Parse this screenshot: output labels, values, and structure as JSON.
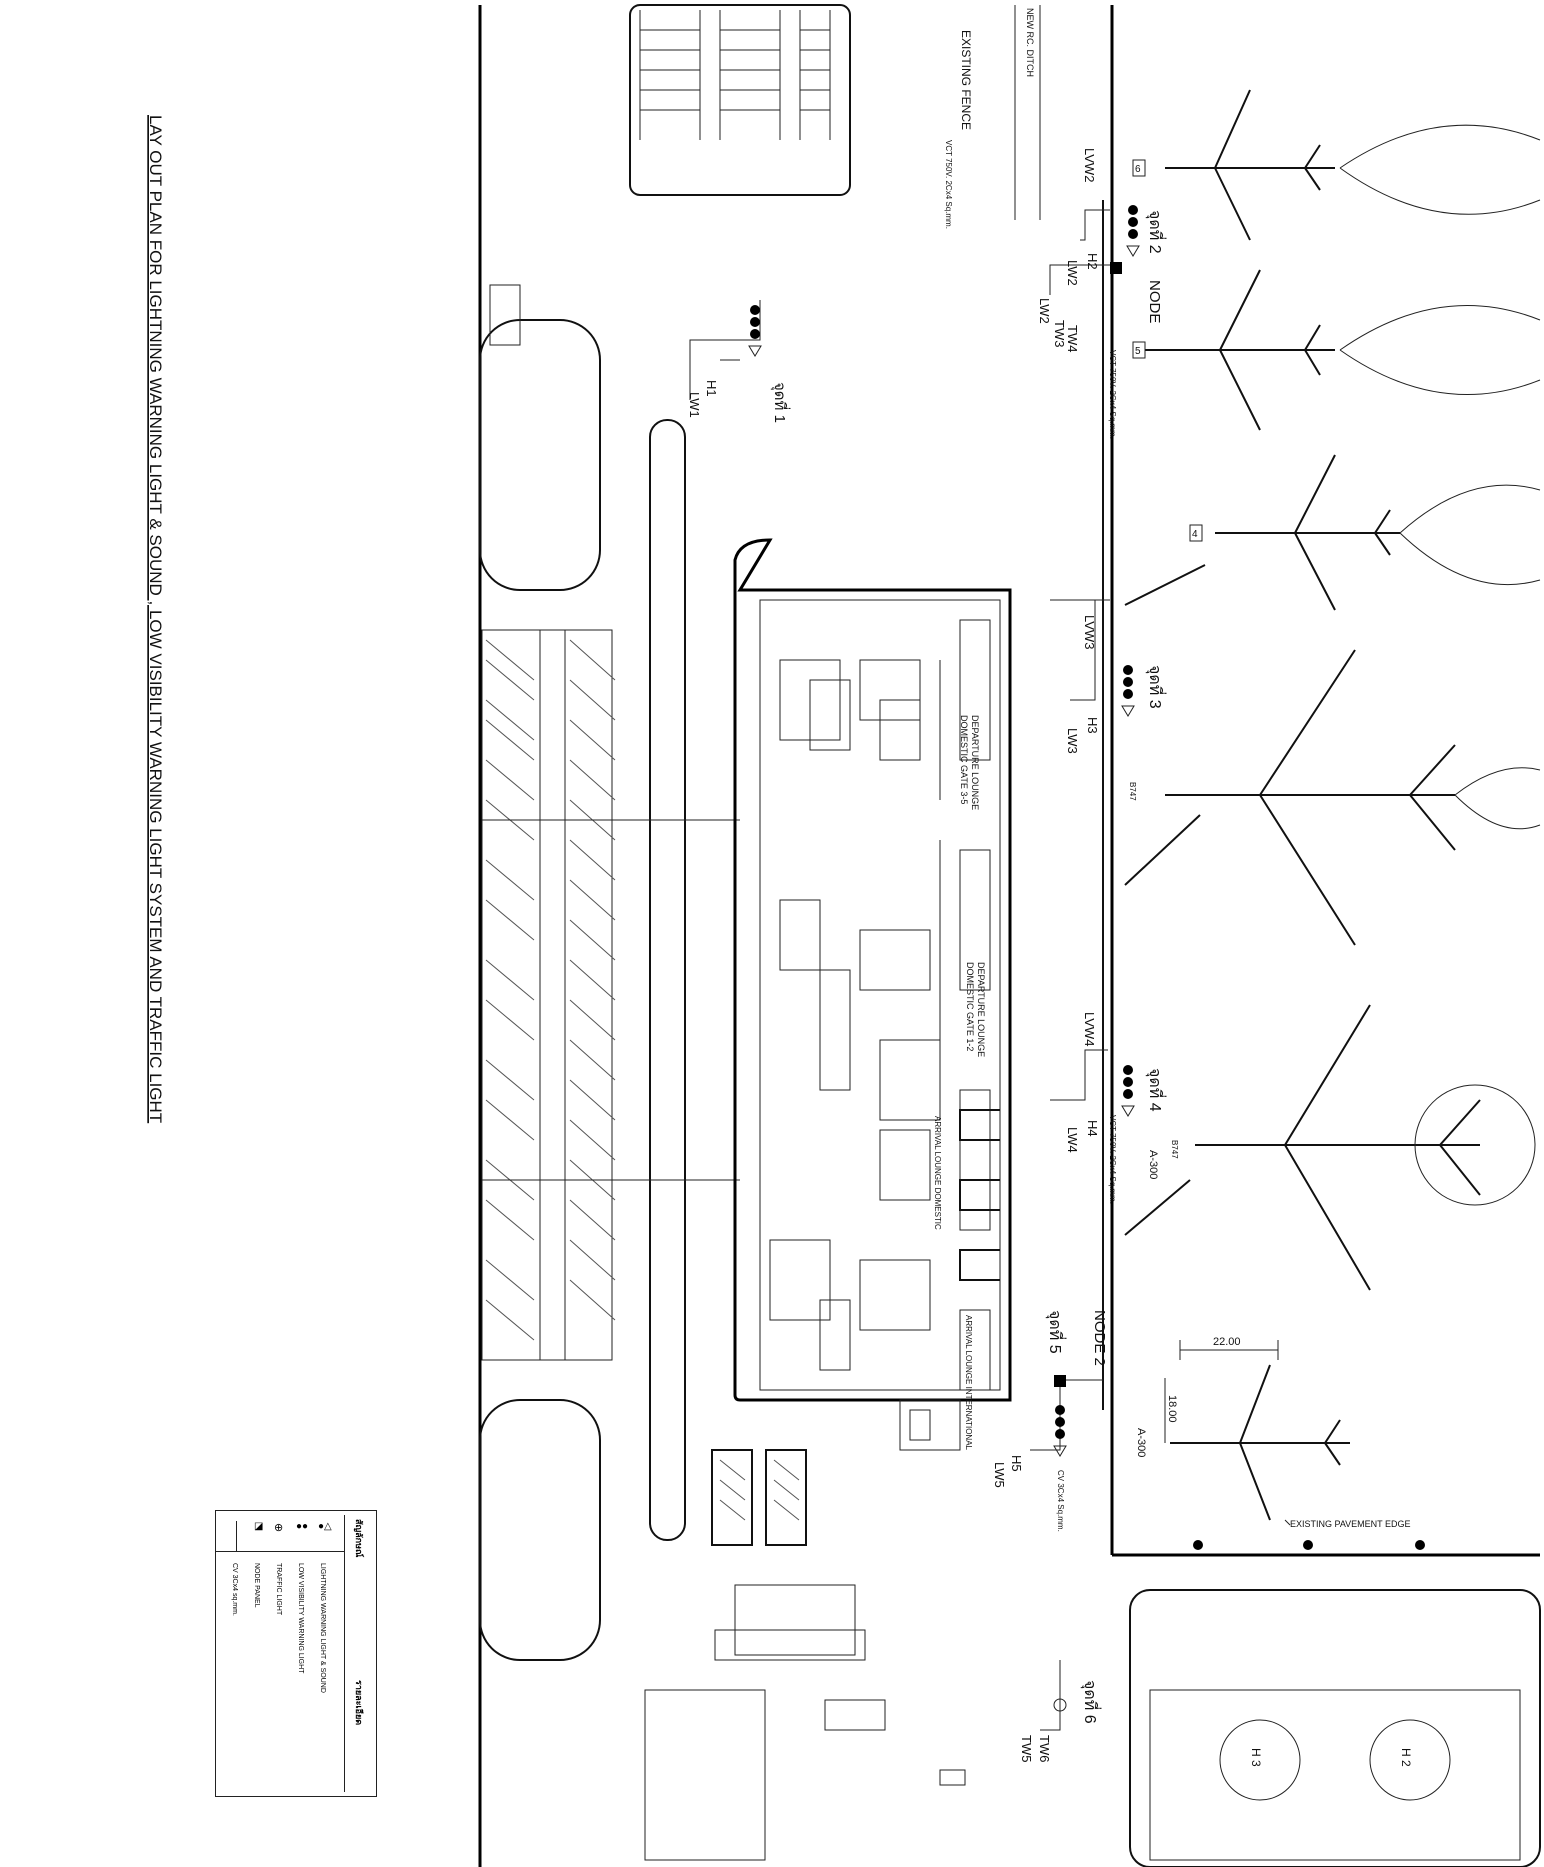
{
  "title": "LAY OUT PLAN FOR LIGHTNING WARNING LIGHT & SOUND , LOW VISIBILITY WARNING LIGHT SYSTEM AND TRAFFIC LIGHT",
  "labels": {
    "existing_fence": "EXISTING FENCE",
    "new_rc_ditch": "NEW RC. DITCH",
    "existing_pavement_edge": "EXISTING PAVEMENT EDGE",
    "node_top": "NODE",
    "node_bottom": "NODE 2",
    "departure_lounge_a": "DEPARTURE LOUNGE",
    "departure_lounge_a_gate": "DOMESTIC GATE 3-5",
    "departure_lounge_b": "DEPARTURE LOUNGE",
    "departure_lounge_b_gate": "DOMESTIC GATE 1-2",
    "arrival_domestic": "ARRIVAL LOUNGE DOMESTIC",
    "arrival_international": "ARRIVAL LOUNGE INTERNATIONAL",
    "cable_a": "VCT 750V. 2Cx4 Sq.mm.",
    "cable_b": "CV 3Cx4 Sq.mm.",
    "dim_h": "22.00",
    "dim_v": "18.00",
    "aircraft_a300_1": "A-300",
    "aircraft_a300_2": "A-300",
    "aircraft_b747_1": "B747",
    "aircraft_b747_2": "B747",
    "stand_6": "6",
    "stand_5": "5",
    "stand_4": "4",
    "helipad_1": "H 3",
    "helipad_2": "H 2"
  },
  "points": {
    "p1": "จุดที่ 1",
    "p2": "จุดที่ 2",
    "p3": "จุดที่ 3",
    "p4": "จุดที่ 4",
    "p5": "จุดที่ 5",
    "p6": "จุดที่ 6"
  },
  "circuits": {
    "lvw2": "LVW2",
    "h2": "H2",
    "lw2a": "LW2",
    "lw2b": "LW2",
    "tw3": "TW3",
    "tw4": "TW4",
    "h1": "H1",
    "lw1": "LW1",
    "lvw3": "LVW3",
    "h3": "H3",
    "lw3": "LW3",
    "lvw4": "LVW4",
    "h4": "H4",
    "lw4": "LW4",
    "h5": "H5",
    "lw5": "LW5",
    "tw5": "TW5",
    "tw6": "TW6"
  },
  "legend": {
    "header_symbol": "สัญลักษณ์",
    "header_desc": "รายละเอียด",
    "items": [
      {
        "icon": "lightning-warning-light-sound-icon",
        "text": "LIGHTNING WARNING LIGHT & SOUND"
      },
      {
        "icon": "low-visibility-warning-light-icon",
        "text": "LOW VISIBILITY WARNING LIGHT"
      },
      {
        "icon": "traffic-light-icon",
        "text": "TRAFFIC LIGHT"
      },
      {
        "icon": "node-panel-icon",
        "text": "NODE PANEL"
      },
      {
        "icon": "cable-icon",
        "text": "CV 3Cx4 sq.mm."
      }
    ]
  },
  "colors": {
    "ink": "#111111",
    "paper": "#ffffff",
    "hatch": "#555555"
  }
}
